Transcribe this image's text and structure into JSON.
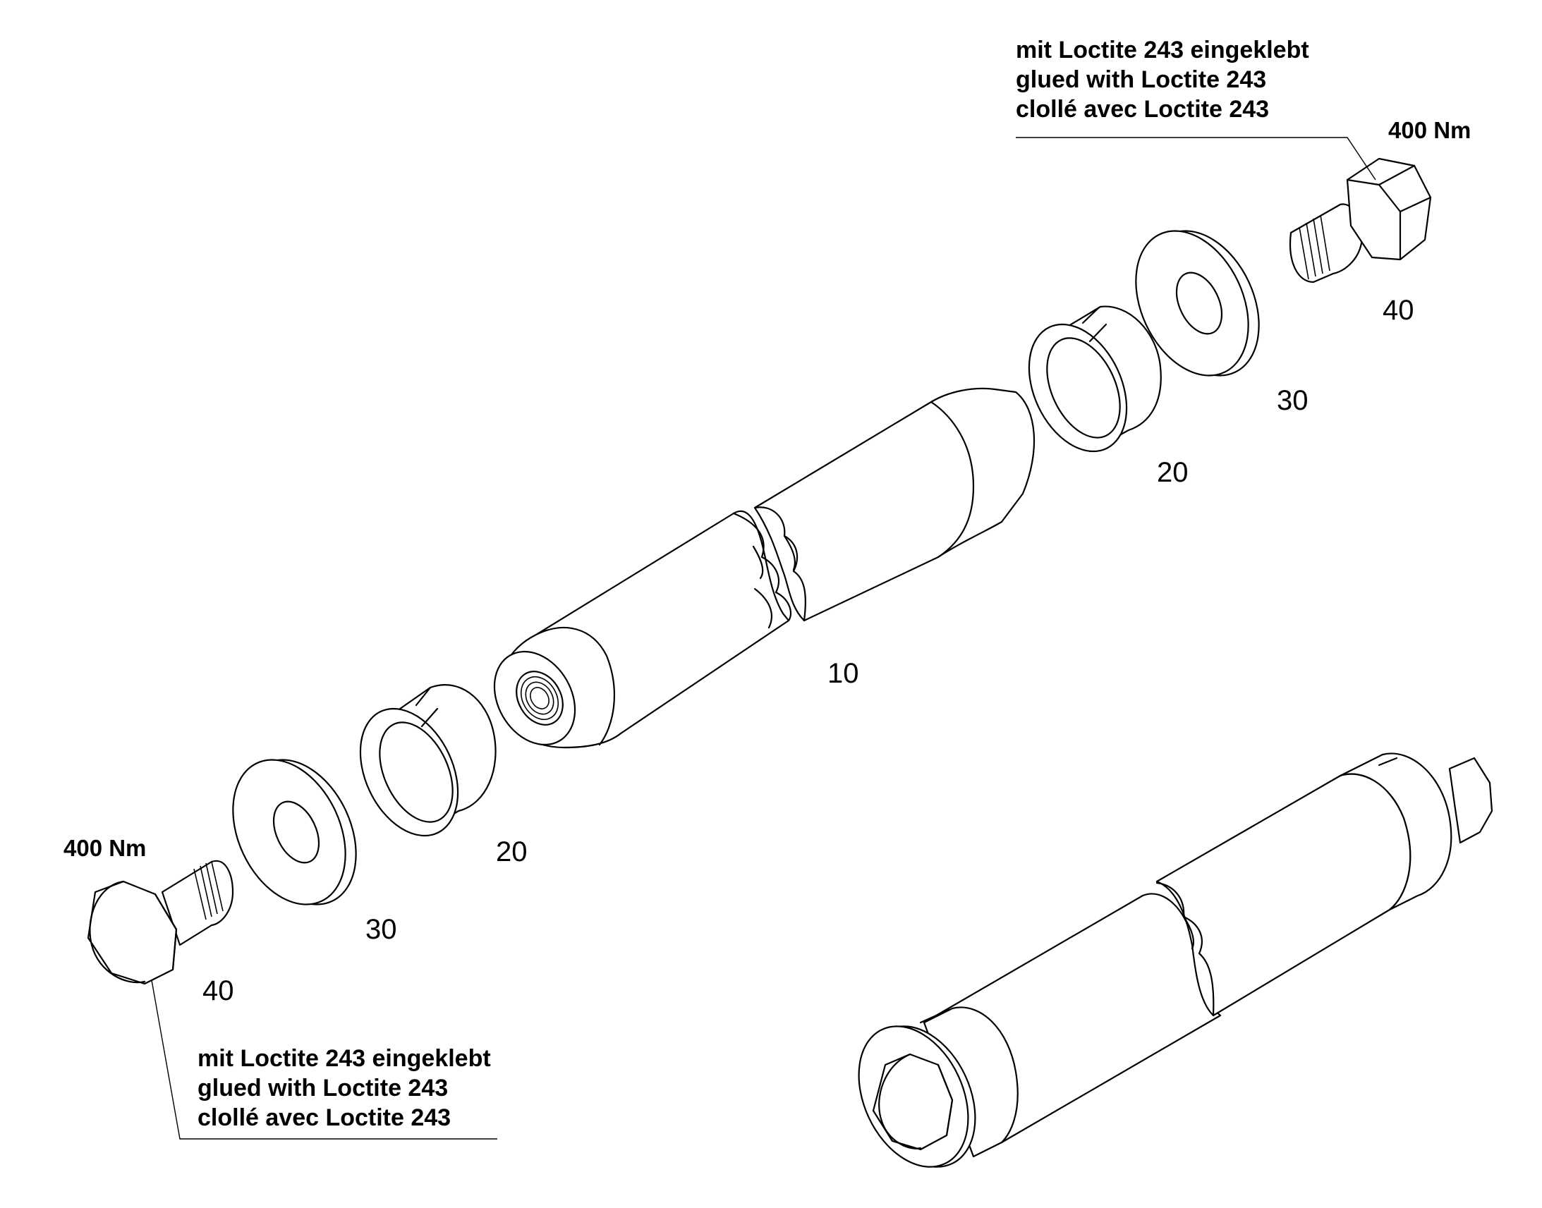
{
  "callouts": {
    "pin": "10",
    "bushing_left": "20",
    "bushing_right": "20",
    "washer_left": "30",
    "washer_right": "30",
    "bolt_left": "40",
    "bolt_right": "40"
  },
  "torque": {
    "left": "400 Nm",
    "right": "400 Nm"
  },
  "notes": {
    "top_right": {
      "de": "mit Loctite 243 eingeklebt",
      "en": "glued with Loctite 243",
      "fr": "clollé avec Loctite 243"
    },
    "bottom_left": {
      "de": "mit Loctite 243 eingeklebt",
      "en": "glued with Loctite 243",
      "fr": "clollé avec Loctite 243"
    }
  },
  "colors": {
    "line": "#000000",
    "background": "#ffffff"
  }
}
